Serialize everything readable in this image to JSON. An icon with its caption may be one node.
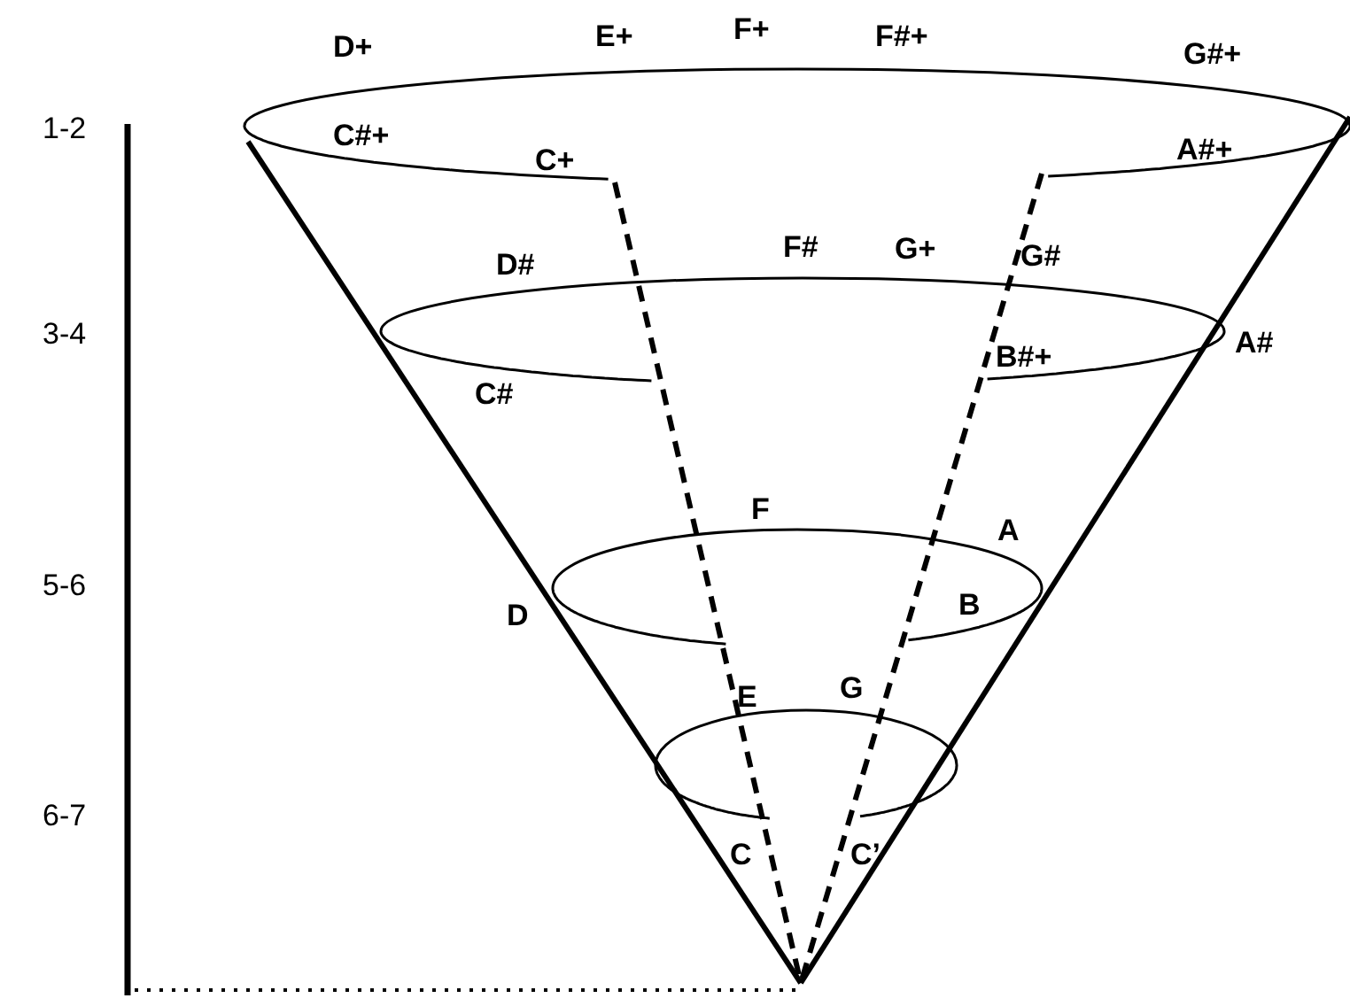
{
  "diagram": {
    "labels": [
      "D+",
      "E+",
      "F+",
      "F#+",
      "G#+",
      "1-2",
      "C#+",
      "C+",
      "A#+",
      "D#",
      "F#",
      "G+",
      "G#",
      "3-4",
      "A#",
      "B#+",
      "C#",
      "F",
      "A",
      "5-6",
      "D",
      "B",
      "E",
      "G",
      "6-7",
      "C",
      "C’"
    ]
  }
}
